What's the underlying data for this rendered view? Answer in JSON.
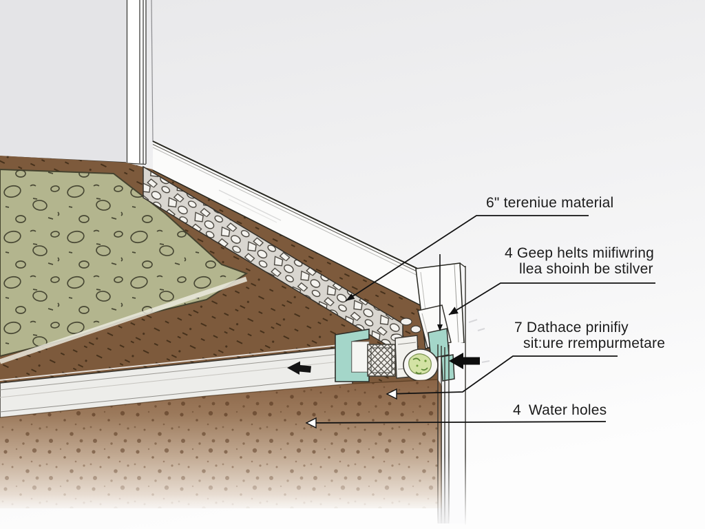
{
  "illustration": {
    "subject": "interior perimeter drain detail at wall corner",
    "style": "hand-drawn cutaway diagram"
  },
  "labels": {
    "l1": {
      "text": "6\" tereniue material"
    },
    "l2": {
      "line1": "4 Geep helts miifiwring",
      "line2": "llea shoinh be stilver"
    },
    "l3": {
      "line1": "7 Dathace prinifiy",
      "line2": "sit:ure rrempurmetare"
    },
    "l4": {
      "num": "4",
      "text": "Water holes"
    }
  },
  "annotations": [
    {
      "name": "leader-arrow-terenue",
      "style": "black filled arrowhead",
      "points_to": "gravel channel"
    },
    {
      "name": "leader-arrow-geep",
      "style": "black filled arrowhead",
      "points_to": "baseboard end"
    },
    {
      "name": "drop-line-geep",
      "style": "thin vertical line",
      "points_to": "baseboard face"
    },
    {
      "name": "leader-arrow-dathace",
      "style": "open arrowhead",
      "points_to": "soil below drain outlet"
    },
    {
      "name": "leader-arrow-water-holes",
      "style": "open arrowhead",
      "points_to": "speckled subsoil"
    },
    {
      "name": "flow-arrow-wall-drain",
      "style": "thick black arrow",
      "direction": "left"
    },
    {
      "name": "flow-arrow-channel",
      "style": "thick black arrow",
      "direction": "left"
    }
  ],
  "colors": {
    "wall": "#ececee",
    "trim": "#ffffff",
    "soil_dark": "#7d5a3c",
    "subsoil": "#967353",
    "mat_green": "#b3b58e",
    "stone": "#f2f1ed",
    "teal_fitting": "#a4d6c9",
    "gravel_pocket": "#d3e2a4",
    "ink": "#1c1c1c"
  }
}
